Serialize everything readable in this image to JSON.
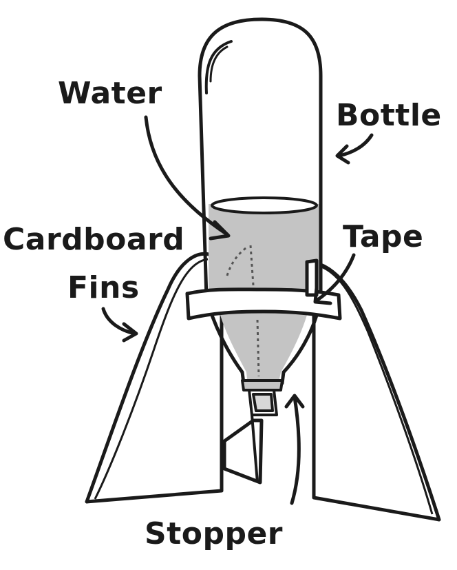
{
  "labels": {
    "water": "Water",
    "bottle": "Bottle",
    "cardboard": "Cardboard",
    "fins": "Fins",
    "tape": "Tape",
    "stopper": "Stopper"
  },
  "colors": {
    "ink": "#1a1a1a",
    "water": "#c4c4c4",
    "paper": "#ffffff"
  }
}
